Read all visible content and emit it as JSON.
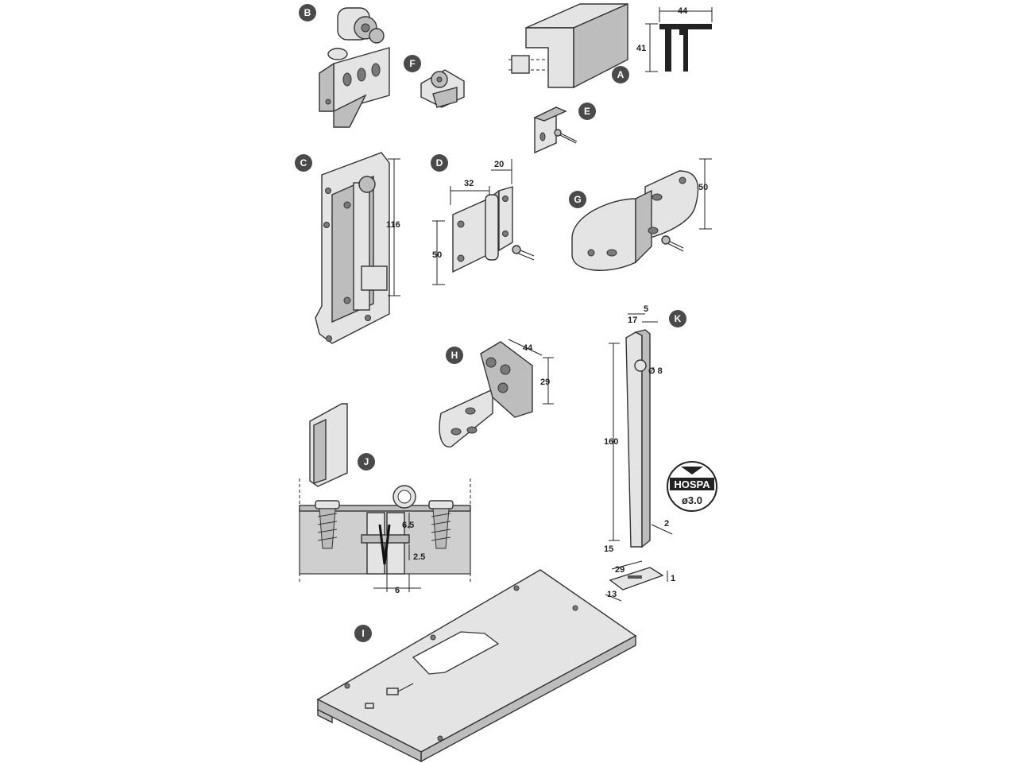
{
  "labels": {
    "A": "A",
    "B": "B",
    "C": "C",
    "D": "D",
    "E": "E",
    "F": "F",
    "G": "G",
    "H": "H",
    "I": "I",
    "J": "J",
    "K": "K"
  },
  "dimensions": {
    "a_width": "44",
    "a_height": "41",
    "c_height": "116",
    "d_width": "32",
    "d_depth": "20",
    "d_height": "50",
    "g_height": "50",
    "h_width": "44",
    "h_height": "29",
    "j_top": "6.5",
    "j_gap": "2.5",
    "j_width": "6",
    "k_depth": "5",
    "k_width": "17",
    "k_diameter": "Ø 8",
    "k_length": "160",
    "k_thickness": "2",
    "k_plate_offset": "15",
    "k_plate_length": "29",
    "k_plate_width": "13",
    "k_plate_thickness": "1"
  },
  "hospa": {
    "brand": "HOSPA",
    "size": "ø3.0"
  },
  "colors": {
    "badge": "#4a4a4a",
    "part": "#e4e4e4",
    "stroke": "#333333"
  }
}
